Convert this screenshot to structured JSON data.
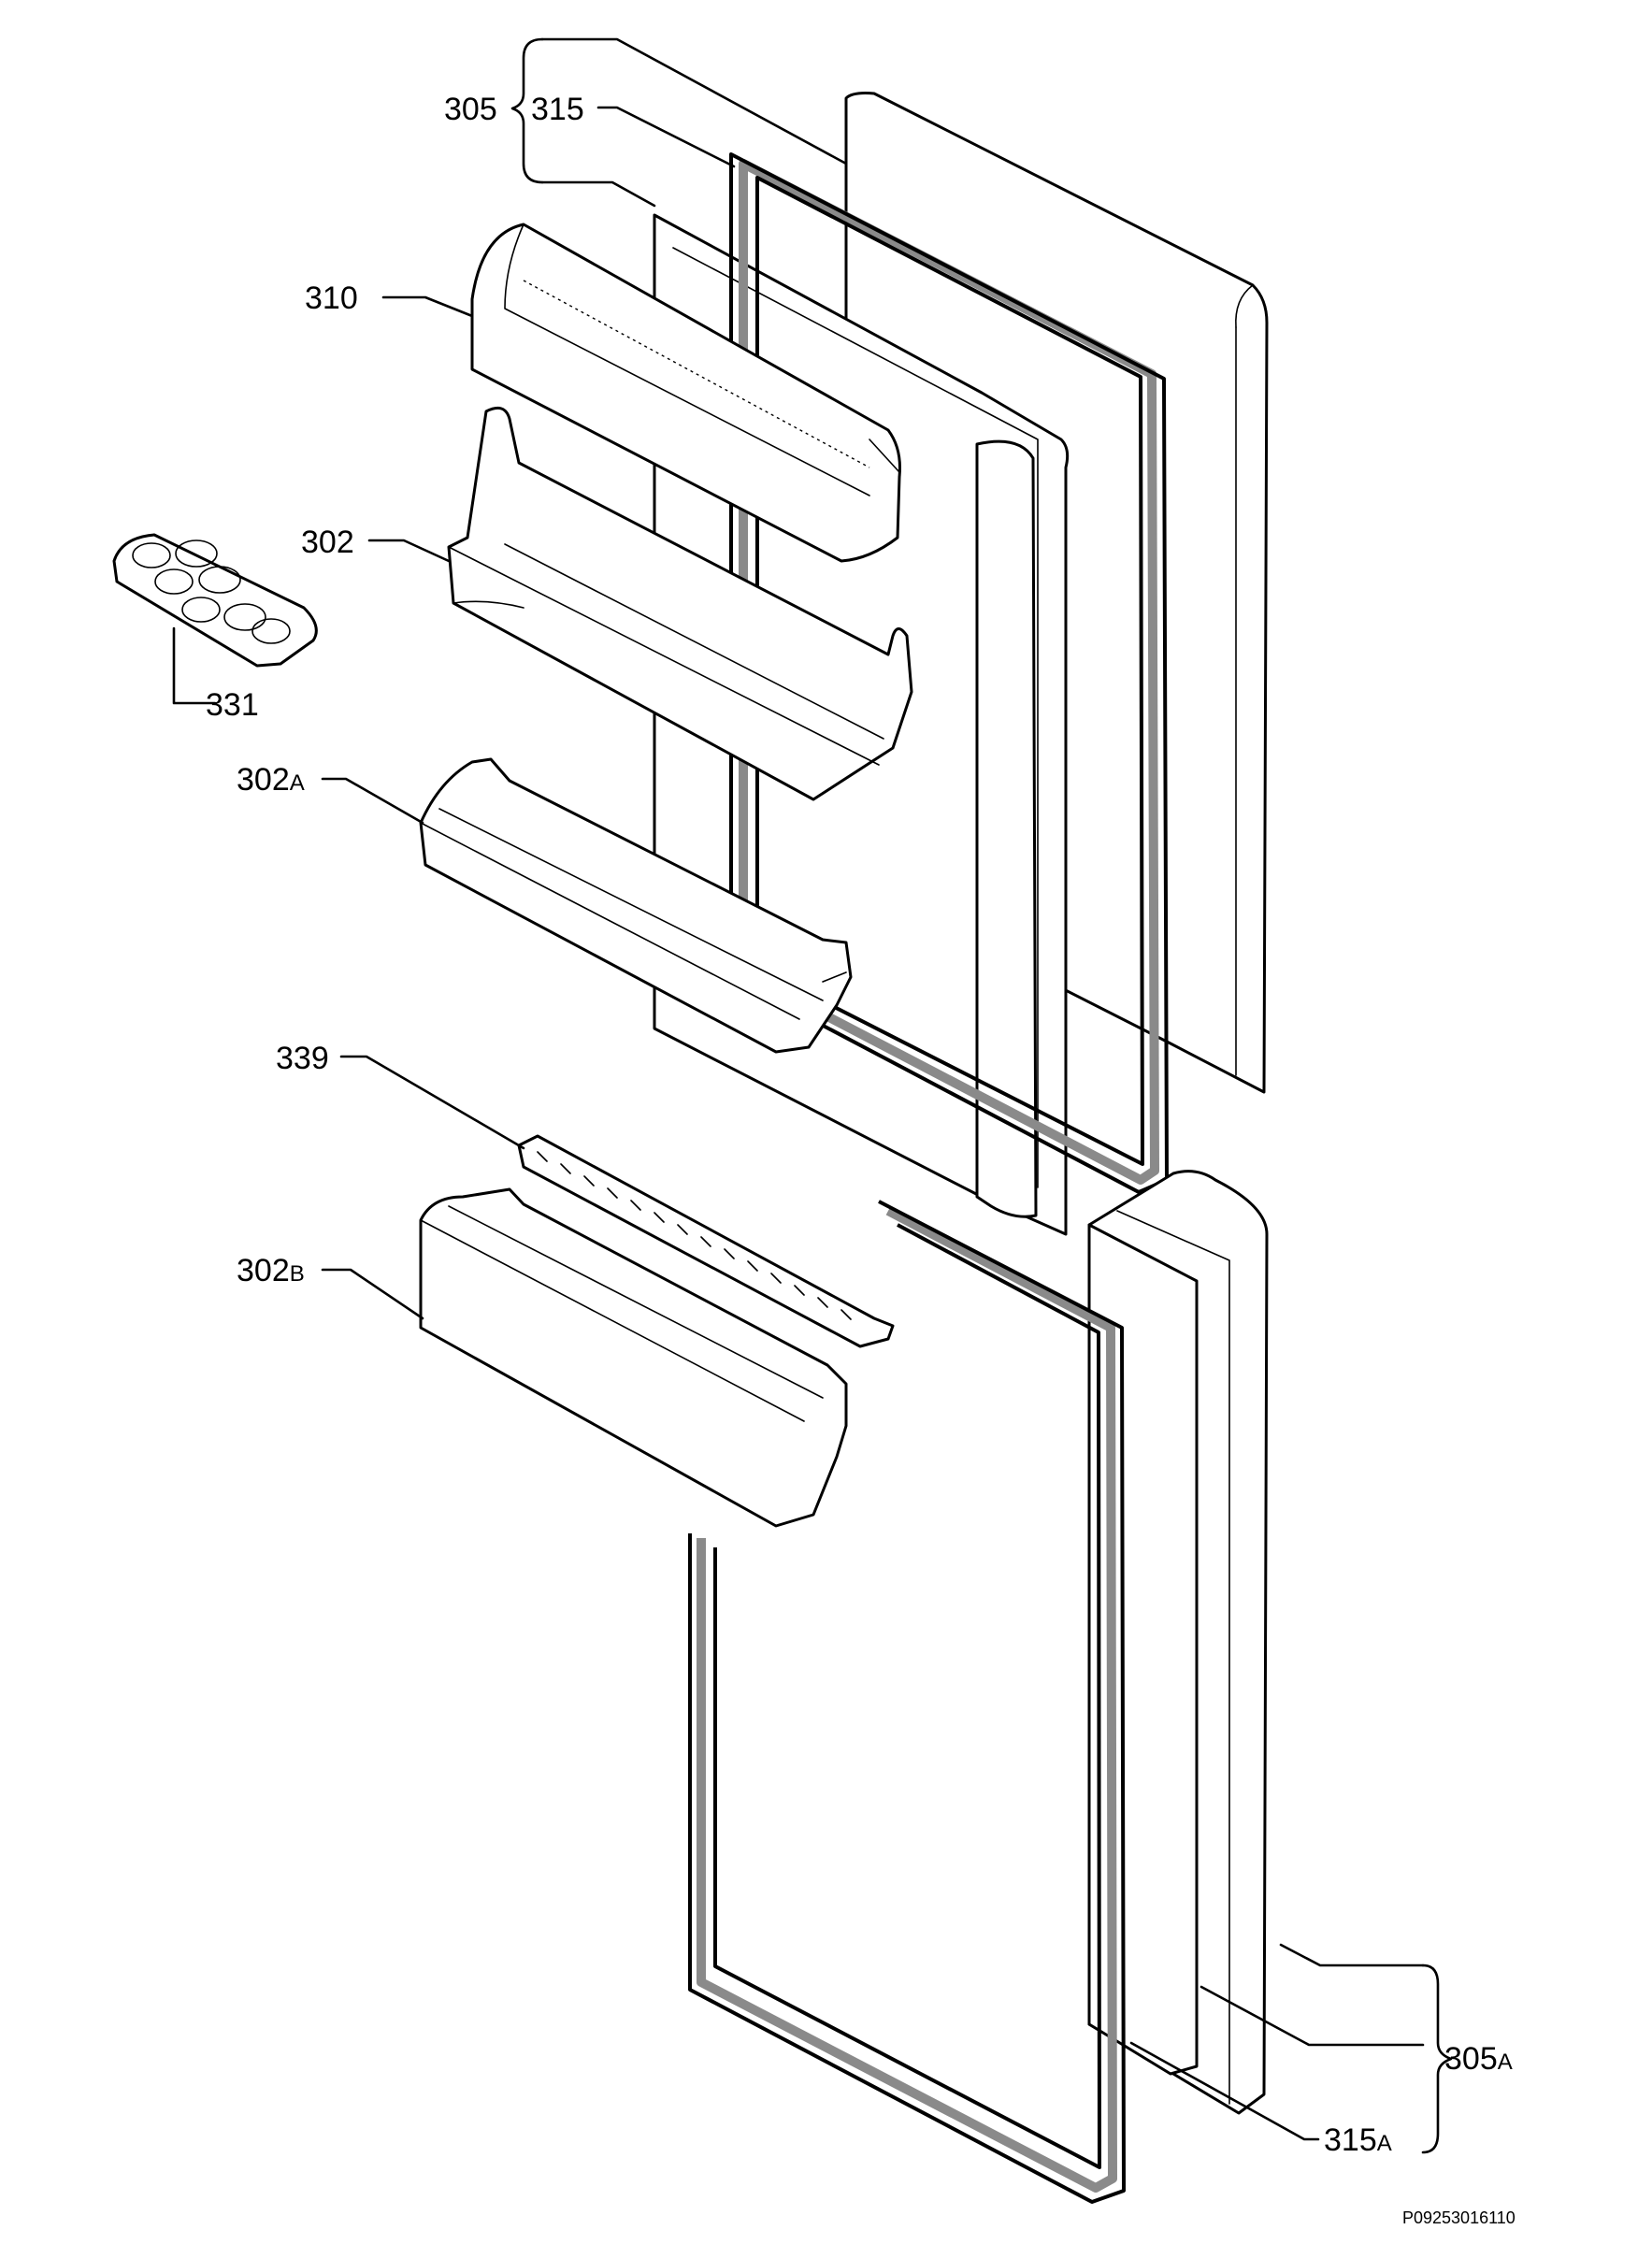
{
  "labels": {
    "p305": "305",
    "p315": "315",
    "p310": "310",
    "p302": "302",
    "p331": "331",
    "p302a": "302",
    "p302a_suffix": "A",
    "p339": "339",
    "p302b": "302",
    "p302b_suffix": "B",
    "p305a": "305",
    "p305a_suffix": "A",
    "p315a": "315",
    "p315a_suffix": "A"
  },
  "drawing_code": "P09253016110",
  "colors": {
    "line": "#000000",
    "gasket": "#8a8a8a",
    "background": "#ffffff"
  }
}
